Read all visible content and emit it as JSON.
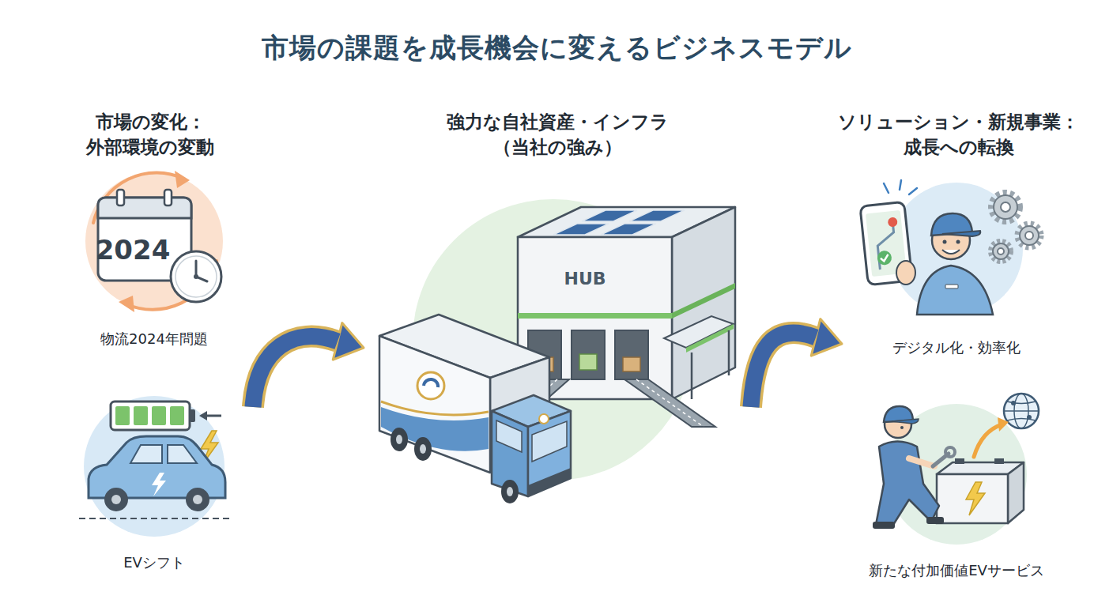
{
  "diagram": {
    "title": "市場の課題を成長機会に変えるビジネスモデル",
    "nodes": [
      {
        "text": [
          "市場の変化： 外部環境の変動"
        ]
      },
      {
        "text": [
          "物流2024年問題"
        ],
        "in": 0
      },
      {
        "text": [
          "EVシフト"
        ],
        "in": 0
      },
      {
        "text": [
          "強力な自社資産・インフラ （当社の強み）"
        ]
      },
      {
        "text": [
          "ソリューション・新規事業： 成長への転換"
        ]
      },
      {
        "text": [
          "デジタル化・効率化"
        ],
        "in": 4
      },
      {
        "text": [
          "新たな付加価値EVサービス"
        ],
        "in": 4
      }
    ],
    "edges": [
      {
        "from": 0,
        "to": 3,
        "arrow": "to"
      },
      {
        "from": 3,
        "to": 4,
        "arrow": "to"
      }
    ],
    "labels": [
      "2024",
      "HUB"
    ]
  }
}
